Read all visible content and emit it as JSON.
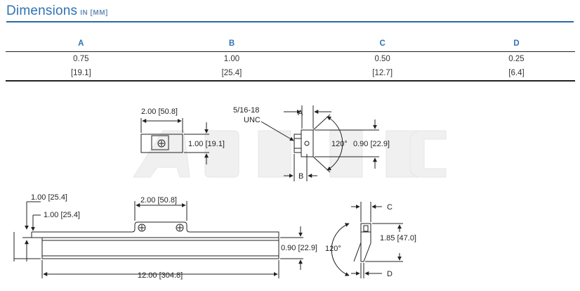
{
  "header": {
    "title": "Dimensions",
    "unit_label": "IN [MM]"
  },
  "table": {
    "columns": [
      "A",
      "B",
      "C",
      "D"
    ],
    "inch_row": [
      "0.75",
      "1.00",
      "0.50",
      "0.25"
    ],
    "mm_row": [
      "[19.1]",
      "[25.4]",
      "[12.7]",
      "[6.4]"
    ]
  },
  "drawing": {
    "top_block_width": "2.00 [50.8]",
    "top_block_height": "1.00 [19.1]",
    "thread_label_1": "5/16-18",
    "thread_label_2": "UNC",
    "label_a": "A",
    "label_b": "B",
    "angle_top": "120°",
    "end_height": "0.90 [22.9]",
    "left_dim_1": "1.00 [25.4]",
    "left_dim_2": "1.00 [25.4]",
    "mount_width": "2.00 [50.8]",
    "bar_height": "0.90 [22.9]",
    "bar_length": "12.00 [304.8]",
    "label_c": "C",
    "label_d": "D",
    "side_height": "1.85 [47.0]",
    "angle_side": "120°",
    "watermark_text": "ABETEC"
  },
  "colors": {
    "title": "#2f72b3",
    "rule": "#2b6aa8"
  }
}
